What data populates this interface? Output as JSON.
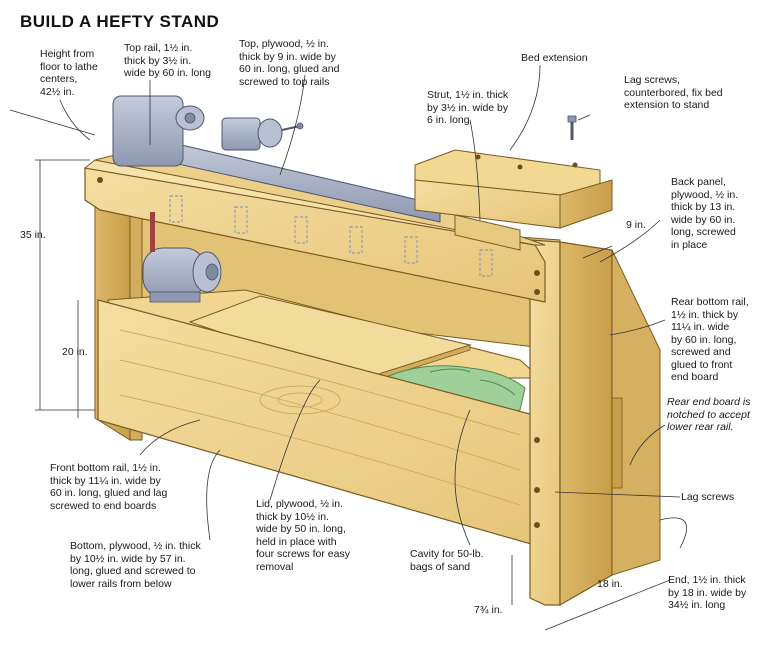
{
  "title": "BUILD A HEFTY STAND",
  "labels": {
    "height_floor": "Height from\nfloor to lathe\ncenters,\n42½ in.",
    "top_rail": "Top rail, 1½ in.\nthick by 3½ in.\nwide by 60 in. long",
    "top_plywood": "Top, plywood, ½ in.\nthick by 9 in. wide by\n60 in. long, glued and\nscrewed to top rails",
    "bed_extension": "Bed extension",
    "lag_screws_top": "Lag screws,\ncounterbored, fix bed\nextension to stand",
    "strut": "Strut, 1½ in. thick\nby 3½ in. wide by\n6 in. long",
    "back_panel": "Back panel,\nplywood, ½ in.\nthick by 13 in.\nwide by 60 in.\nlong, screwed\nin place",
    "rear_bottom_rail": "Rear bottom rail,\n1½ in. thick by\n11¼ in. wide\nby 60 in. long,\nscrewed and\nglued to front\nend board",
    "rear_end_board": "Rear end board is\nnotched to accept\nlower rear rail.",
    "lag_screws": "Lag screws",
    "end": "End, 1½ in. thick\nby 18 in. wide by\n34½ in. long",
    "front_bottom_rail": "Front bottom rail, 1½ in.\nthick by 11¼ in. wide by\n60 in. long, glued and lag\nscrewed to end boards",
    "bottom": "Bottom, plywood, ½ in. thick\nby 10½ in. wide by 57 in.\nlong, glued and screwed to\nlower rails from below",
    "lid": "Lid, plywood, ½ in.\nthick by 10½ in.\nwide by 50 in. long,\nheld in place with\nfour screws for easy\nremoval",
    "cavity": "Cavity for 50-lb.\nbags of sand"
  },
  "dimensions": {
    "d35": "35 in.",
    "d20": "20 in.",
    "d9": "9 in.",
    "d18": "18 in.",
    "d7": "7¾ in."
  },
  "colors": {
    "wood": "#efd590",
    "wood_dark": "#d9b561",
    "wood_shadow": "#c99e48",
    "lathe": "#a9b3c8",
    "lathe_dark": "#7f8aa3",
    "bags": "#9fd09a",
    "leader": "#333333"
  }
}
